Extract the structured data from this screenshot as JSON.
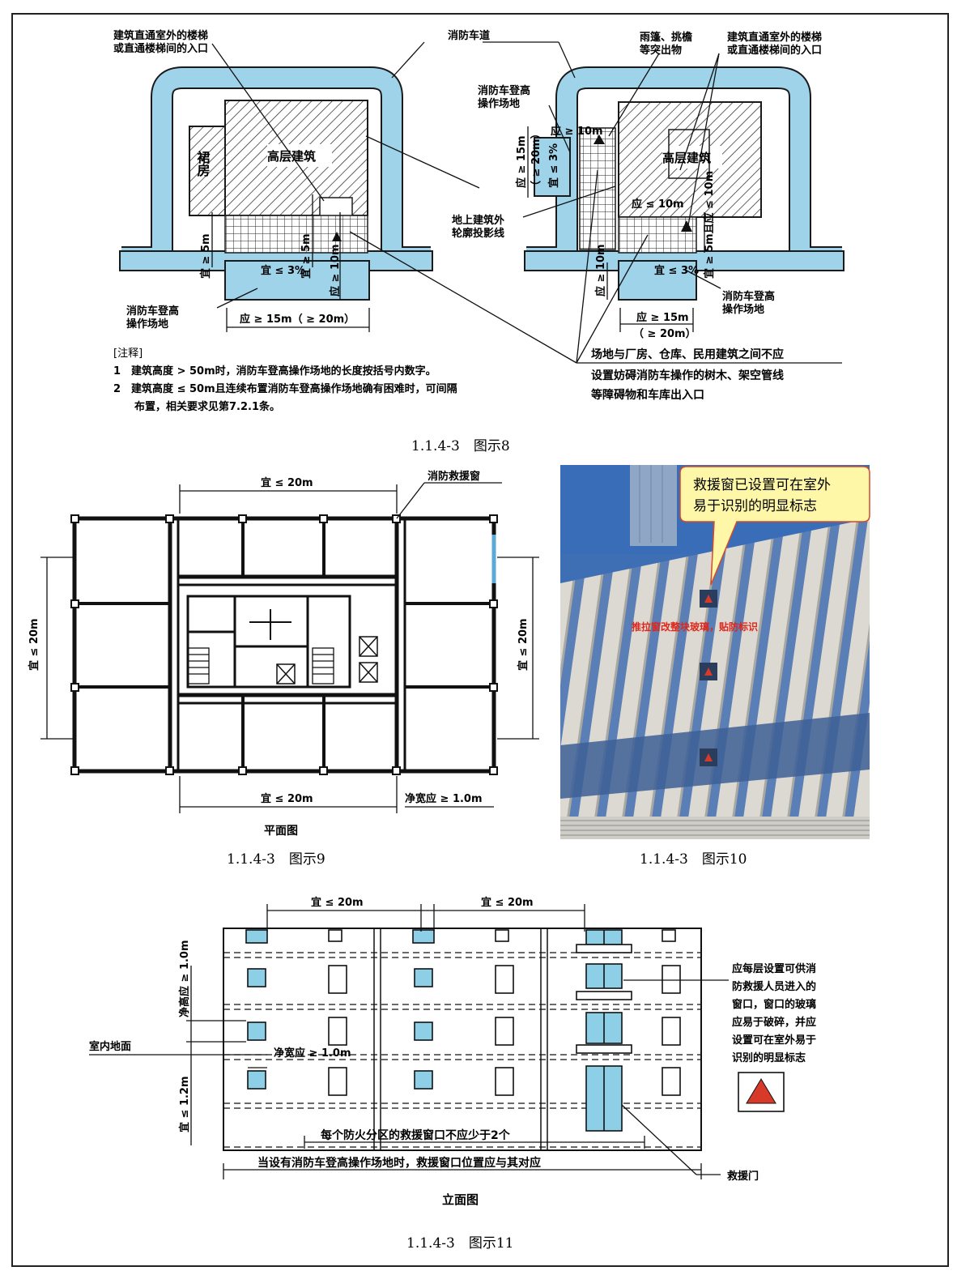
{
  "colors": {
    "road_fill": "#9ed3ea",
    "road_stroke": "#1a1a1a",
    "window_fill": "#8ecfe8",
    "warning_red": "#d83a2a",
    "callout_fill": "#fff7a8",
    "callout_stroke": "#d34a2a",
    "photo_sky": "#3e6fb4",
    "photo_fin": "#d9d6cf"
  },
  "fig8": {
    "caption": "1.1.4-3　图示8",
    "label_stair_entry": [
      "建筑直通室外的楼梯",
      "或直通楼梯间的入口"
    ],
    "label_fire_lane": "消防车道",
    "label_canopy": [
      "雨篷、挑檐",
      "等突出物"
    ],
    "label_stair_entry_right": [
      "建筑直通室外的楼梯",
      "或直通楼梯间的入口"
    ],
    "label_platform_top": [
      "消防车登高",
      "操作场地"
    ],
    "label_podium": "裙房",
    "label_highrise": "高层建筑",
    "label_highrise_right": "高层建筑",
    "label_outline": [
      "地上建筑外",
      "轮廓投影线"
    ],
    "label_platform_left": [
      "消防车登高",
      "操作场地"
    ],
    "label_platform_right": [
      "消防车登高",
      "操作场地"
    ],
    "dim_len_left": "应 ≥ 15m（ ≥ 20m）",
    "dim_len_right": "应 ≥ 15m",
    "dim_len_right2": "（ ≥ 20m）",
    "dim_slope": "宜 ≤ 3%",
    "dim_5m": "宜 ≥ 5m",
    "dim_10m": "应 ≥ 10m",
    "dim_le10m": "应 ≤ 10m",
    "dim_width": "应 ≥ 10m",
    "dim_left_15": "应 ≥ 15m",
    "dim_left_20": "（ ≥ 20m）",
    "dim_left_slope": "宜 ≤ 3%",
    "dim_right_5_10": "宜 ≥ 5m且应 ≤ 10m",
    "obstacle_note": [
      "场地与厂房、仓库、民用建筑之间不应",
      "设置妨碍消防车操作的树木、架空管线",
      "等障碍物和车库出入口"
    ],
    "notes_title": "[注释]",
    "notes": [
      "1　建筑高度 > 50m时，消防车登高操作场地的长度按括号内数字。",
      "2　建筑高度 ≤ 50m且连续布置消防车登高操作场地确有困难时，可间隔",
      "　　布置，相关要求见第7.2.1条。"
    ]
  },
  "fig9": {
    "caption": "1.1.4-3　图示9",
    "dim_top": "宜 ≤ 20m",
    "label_window": "消防救援窗",
    "dim_left": "宜 ≤ 20m",
    "dim_right": "宜 ≤ 20m",
    "dim_bottom": "宜 ≤ 20m",
    "dim_clear": "净宽应 ≥ 1.0m",
    "plan_title": "平面图"
  },
  "fig10": {
    "caption": "1.1.4-3　图示10",
    "callout": [
      "救援窗已设置可在室外",
      "易于识别的明显标志"
    ],
    "red_note": "推拉窗改整块玻璃，贴防标识"
  },
  "fig11": {
    "caption": "1.1.4-3　图示11",
    "dim_top_left": "宜 ≤ 20m",
    "dim_top_right": "宜 ≤ 20m",
    "dim_height": "净高应 ≥ 1.0m",
    "dim_sill": "宜 ≤ 1.2m",
    "label_floor": "室内地面",
    "dim_width": "净宽应 ≥ 1.0m",
    "note_window": [
      "应每层设置可供消",
      "防救援人员进入的",
      "窗口，窗口的玻璃",
      "应易于破碎，并应",
      "设置可在室外易于",
      "识别的明显标志"
    ],
    "label_door": "救援门",
    "rule1": "每个防火分区的救援窗口不应少于2个",
    "rule2": "当设有消防车登高操作场地时，救援窗口位置应与其对应",
    "elev_title": "立面图"
  }
}
